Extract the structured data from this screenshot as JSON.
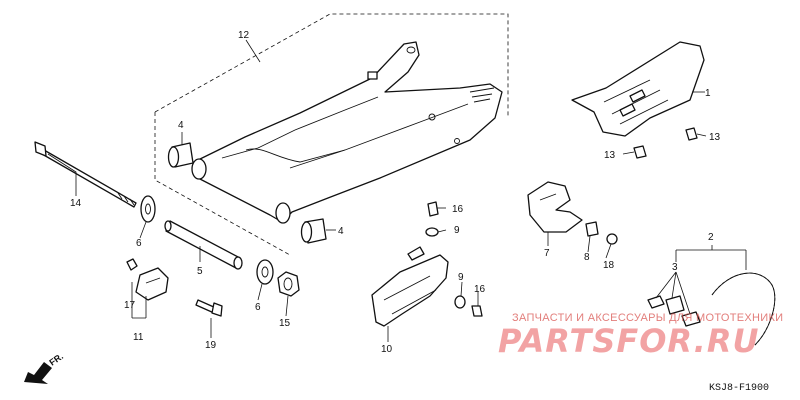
{
  "callouts": {
    "p1": "1",
    "p2": "2",
    "p3": "3",
    "p4a": "4",
    "p4b": "4",
    "p5": "5",
    "p6a": "6",
    "p6b": "6",
    "p7": "7",
    "p8": "8",
    "p9a": "9",
    "p9b": "9",
    "p10": "10",
    "p11": "11",
    "p12": "12",
    "p13a": "13",
    "p13b": "13",
    "p14": "14",
    "p15": "15",
    "p16a": "16",
    "p16b": "16",
    "p17": "17",
    "p18": "18",
    "p19": "19"
  },
  "orientation": {
    "label": "FR."
  },
  "diagram_code": "KSJ8-F1900",
  "watermark": {
    "caption": "ЗАПЧАСТИ И АКСЕССУАРЫ ДЛЯ МОТОТЕХНИКИ",
    "logo": "PARTSFOR.RU"
  }
}
